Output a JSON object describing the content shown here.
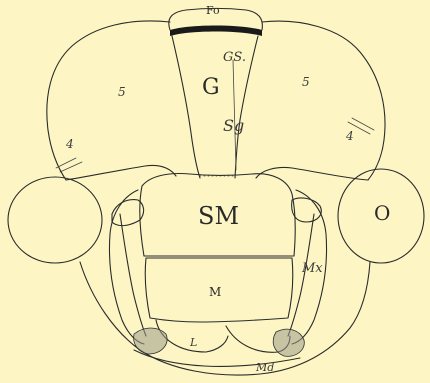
{
  "figure": {
    "background_color": "#fdf6c4",
    "ink_color": "#2b2b2b",
    "labels": {
      "fo": "Fo",
      "gs": "GS.",
      "g": "G",
      "sg": "Sg",
      "sm": "SM",
      "o": "O",
      "mx": "Mx",
      "m": "M",
      "l": "L",
      "md": "Md",
      "n5_left": "5",
      "n4_left": "4",
      "n5_right": "5",
      "n4_right": "4"
    }
  }
}
